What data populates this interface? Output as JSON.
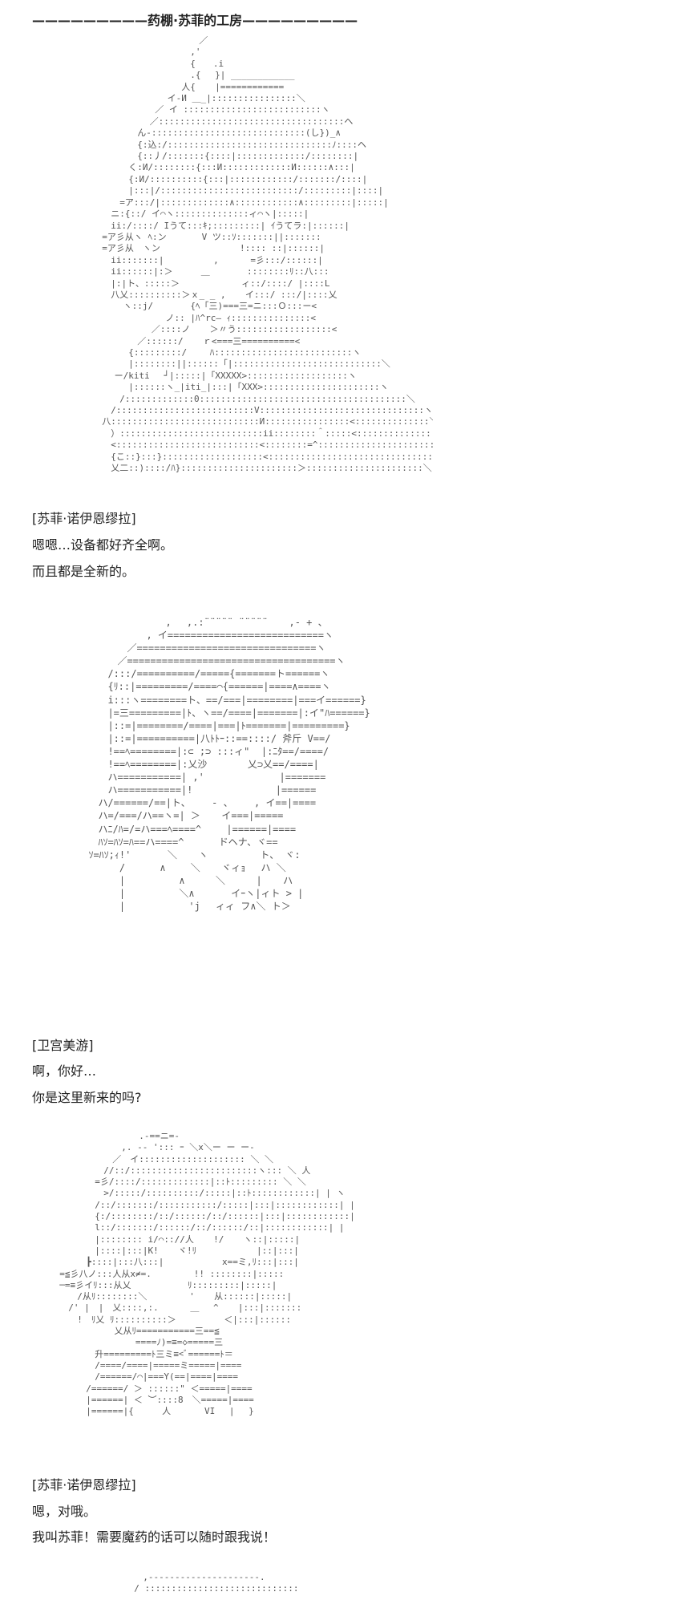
{
  "post": {
    "header": "—————————药棚·苏菲的工房—————————",
    "art": [
      " 　　　　　　　　　　　　　　　 ／\n 　　　　　　　　　　　　　　 ,'\n 　　　　　　　　　　　　　　 {　　.i\n 　　　　　　　　　　　　　　 .{　 }| ____________\n 　　　　　　　　　　　　　 人{ 　 |============\n 　　　　　　　　　　　　イ-И ＿_|::::::::::::::::＼\n 　　　　　　　　　　 ／ イ ::::::::::::::::::::::::::ヽ\n 　　　　　　　　　　／:::::::::::::::::::::::::::::::::::ヘ\n 　　　　　　　　 ん-:::::::::::::::::::::::::::::(し})_∧\n 　　　　　　　　 {:込:/:::::::::::::::::::::::::::::::ﾉ::::ヘ\n 　　　　　　　　 {::丿/:::::::{::::|:::::::::::::/::::::::|\n 　　　　　　　 く:И/::::::::{:::И:::::::::::::И::::::∧:::|\n 　　　　　　　 {:И/::::::::::{:::|::::::::::::/:::::::/::::|\n 　　　　　　　 |:::|/::::::::::::::::::::::::::/:::::::::|::::|\n 　　　　　　 =ア:::/|:::::::::::::∧::::::::::::∧:::::::::|:::::|\n 　　　　　 ニ:{::/ イ⌒ヽ::::::::::::::ィ⌒ヽ|:::::|\n 　　　　　 ii:/::::/ Iうて:::ｷ;:::::::::| ｲうてラ:|::::::|\n 　　　　 =ア彡从ヽ ﾍ:ン　　　　V ツ::ｿ:::::::||:::::::\n 　　　　 =ア彡从　ヽン 　　　 　 　 　 !:::: ::|::::::|\n 　　　　　 ii:::::::|　　　　　 , 　　　=彡:::/::::::|\n 　　　　　 ii::::::|:＞　 　 ＿ 　　　 ::::::::ﾘ::八:::\n 　　　　　 |:|ト、:::::＞ 　 　 　 　 ィ::/::::/ |::::L\n 　　　　　 八乂::::::::::＞ｘ_ _ , 　 イ:::/ :::/|::::乂\n 　　　　　　　ヽ::j/　 　 　{ﾍ「三)===三=ニ:::Ｏ:::ー<\n 　　　　　　　　 　 　 ノ:: |ﾊ^rc― ｨ:::::::::::::::<\n 　　　　　　　　 　 ／::::ノ 　 ＞〃う::::::::::::::::::<\n 　　　　　　　　 ／::::::/ 　 ｒ<===三==========<\n 　　　　　　　 {:::::::::/ 　　ﾊ::::::::::::::::::::::::::ヽ\n 　　　　　　　 |::::::::||::::::「|::::::::::::::::::::::::::::＼\n 　　　　　　ー/kiti　 ┘|:::::|「XXXXX>:::::::::::::::::::ヽ\n 　　　　　　　 |::::::ヽ_|iti_|:::|「XXX>::::::::::::::::::::::ヽ\n 　　　　　　 /:::::::::::::0:::::::::::::::::::::::::::::::::::::::＼\n 　　　　　 /::::::::::::::::::::::::::V:::::::::::::::::::::::::::::::ヽ\n 　　　　 八::::::::::::::::::::::::::::И::::::::::::::::<::::::::::::::＼\n 　　　　　 ）:::::::::::::::::::::::::::ii::::::::＾:::::<::::::::::::::::ヽ\n 　　　　　 <:::::::::::::::::::::::::::<::::::::=^:::::::::::::::::::::::＼\n 　　　　　 {こ::}:::}:::::::::::::::::::<::::::::::::::::::::::::::::::::::ヽ\n 　　　　　 乂二::)::::/ﾊ}::::::::::::::::::::::＞::::::::::::::::::::::＼",
      " 　　　　　　　　　　　 ,　 ,.:¨¨¨¨¨ ¨¨¨¨¨ 　 ,‐ + 、\n 　　　　　　　　　 , イ===========================ヽ\n 　　　　　　　 ／===============================ヽ\n 　　　　　　 ／====================================ヽ\n 　　　　　 /:::/==========/====={=======ト======ヽ\n 　　　　　 {ﾘ::|=========/====⌒{======|====∧====ヽ\n 　　　　　 i:::ヽ========ト、==/===|========|===イ======}\n 　　　　　 |=三=========|ﾄ、ヽ==/====|=======|:イ\"ﾊ======}\n 　　　　　 |::=|========/====|===|ﾄ=======|=========}\n 　　　　　 |::=|==========|八ﾄﾄｰ::==::::/ 斧斤 V==/\n 　　　　　 !==ﾍ========|:⊂ ;⊃ :::ィ\"  |:ﾆﾀ==/====/\n 　　　　　 !==ﾍ========|:乂沙 　　　 乂⊃乂==/====|\n 　　　　　 ハ===========| ,' 　　　　　 　 |=======\n 　　　　　 ハ===========|! 　 　 　 　 　 |======\n 　　　　 ハ/======/==|ト、 　 - 、 　 , イ==|====\n 　　　　 ハ=/===/ハ==ヽ=| ＞ 　 イ===|=====\n 　　　　 ハﾆ/ﾊ=/=ハ===ﾍ====^ 　　|======|====\n 　　　　 ﾊｿ=ﾊｿ=ﾊ==ハ====^ 　　　ドヘナ、ヾ==\n 　　　 ｿ=ﾊｿ;ｨ!' 　 　 ＼ 　 ヽ 　 　 　 ト、 ヾ:\n 　　　 　 　 /　　　 ∧　　 ＼ 　 ヾィｮ　 ハ ＼\n 　　　 　 　 |　　　　　 ∧ 　　 ＼　 　 | 　 ハ\n 　　　 　 　 |　　　　　 ＼∧ 　 　 イｰヽ|ィト > |\n 　　　 　 　 |　　　　　　 'j　 ィィ フ∧＼ ト＞",
      " 　　　　　　　　　　 .-==ニ=-\n 　　　　　　　　 ,. -- '::: ｰ ＼x＼ー ー ー-\n 　　　　　　　 ／　イ:::::::::::::::::::: ＼ ＼\n 　　　　　　 //::/::::::::::::::::::::::::ヽ::: ＼ 人\n 　　　　　 =彡/::::/:::::::::::::|::ﾄ::::::::: ＼ ＼\n 　　　　　　 >/:::::/::::::::::/:::::|::ﾄ::::::::::::| | ヽ\n 　　　　　 /::/:::::::/:::::::::::/:::::|:::|::::::::::::| |\n 　　　　　 {:/::::::::/::/::::::/::/::::::|:::|::::::::::::| |　 ＞\n 　　　　　 l::/:::::::/::::::/::/::::::/::|::::::::::::| |\n 　　　　　 |:::::::: i/⌒:://人 　 !/ 　 ヽ::|:::::|\n 　　　　　 |::::|:::|K! 　 ヾ!ﾘ 　　　 　　 |::|:::|\n 　　　　 ┣::::|:::八:::|　　　　　　 x==ミ,ﾘ:::|:::|\n 　 =≦彡八ノ:::人从x≠=.　 　 　 !! ::::::::|:::::\n 　 ─=≡彡イﾘ:::从乂　 　 　 　 ﾘ:::::::::|:::::|\n 　　　 /从ﾘ::::::::＼　 　 　 ' 　 从::::::|:::::|\n 　　 /' |　|　乂::::,:.　　　 ＿　 ^ 　 |:::|:::::::\n 　　　 !　ﾘ乂 ﾘ::::::::::＞ 　 　 　 ＜|:::|::::::\n 　　　　 　 　 乂从ﾘ===========三==≦\n 　　　　　　　　 　 ====ﾉ)=≡=◇=====三\n 　　　　　 升=========ﾄ三ミ≡<ﾞ======ﾄ＝\n 　　　　　 /====/====|=====ミ=====|====\n 　　　　　 /======/⌒|===Y(==|====|====\n 　　　　 /======/ ＞ ::::::\" ＜=====|====\n 　　　　 |======| ＜ ︶::::8　＼=====|====\n 　　　　 |======|{　 　 人 　 　 VI　 |　 }",
      " 　　　　　 ,---------------------.\n 　　　　 / :::::::::::::::::::::::::::::::: ＼"
    ],
    "dialogs": [
      "[苏菲·诺伊恩缪拉]",
      "嗯嗯…设备都好齐全啊。",
      "而且都是全新的。",
      "[卫宫美游]",
      "啊，你好…",
      "你是这里新来的吗?",
      "[苏菲·诺伊恩缪拉]",
      "嗯，对哦。",
      "我叫苏菲！需要魔药的话可以随时跟我说！"
    ]
  }
}
